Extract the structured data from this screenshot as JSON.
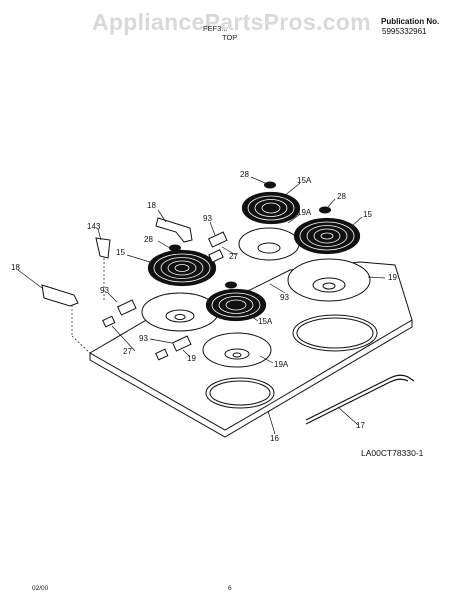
{
  "header": {
    "watermark": "AppliancePartsPros.com",
    "model": "FEF3...",
    "section": "TOP",
    "publication_label": "Publication No.",
    "publication_number": "5995332961"
  },
  "diagram": {
    "code": "LA00CT78330-1",
    "callouts": [
      "28",
      "15A",
      "28",
      "15",
      "18",
      "93",
      "19A",
      "143",
      "28",
      "27",
      "15",
      "19",
      "18",
      "93",
      "93",
      "15A",
      "27",
      "93",
      "19",
      "19A",
      "17",
      "16"
    ]
  },
  "footer": {
    "date": "02/00",
    "page": "6"
  }
}
